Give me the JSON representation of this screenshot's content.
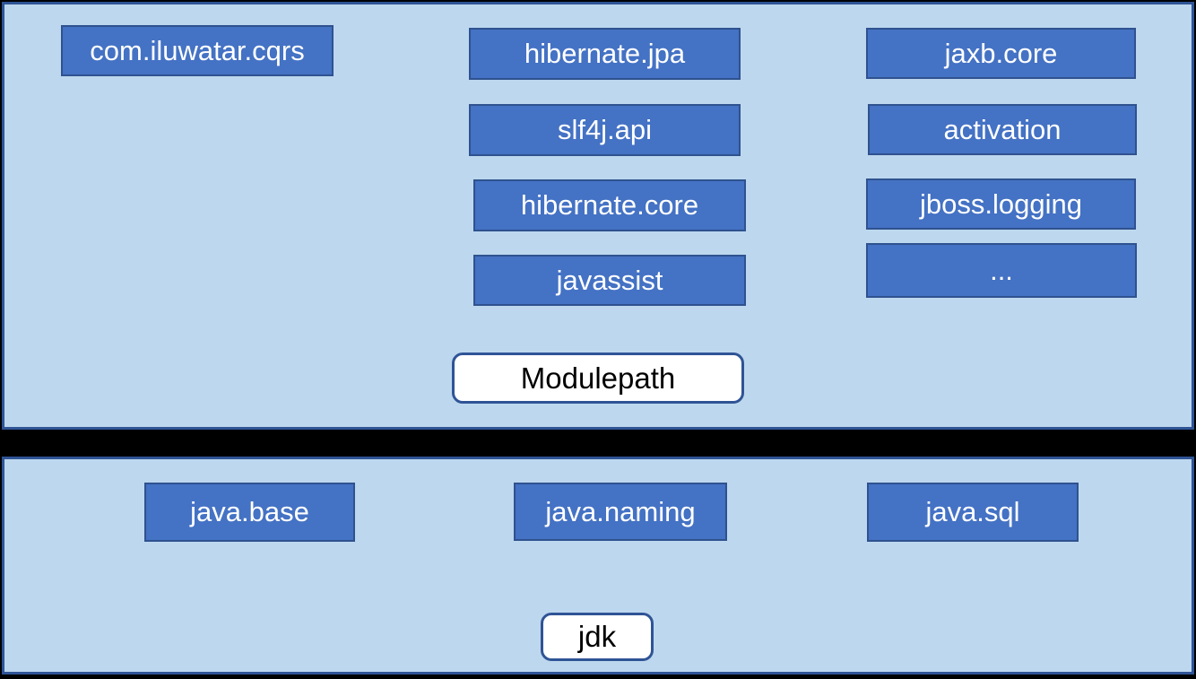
{
  "colors": {
    "background": "#000000",
    "panel_fill": "#BDD7EE",
    "panel_border": "#2F5496",
    "module_box_fill": "#4472C4",
    "module_box_border": "#2F528F",
    "module_text": "#FFFFFF",
    "label_box_fill": "#FFFFFF",
    "label_text": "#000000"
  },
  "modulepath": {
    "label": "Modulepath",
    "left_column": [
      "com.iluwatar.cqrs"
    ],
    "middle_column": [
      "hibernate.jpa",
      "slf4j.api",
      "hibernate.core",
      "javassist"
    ],
    "right_column": [
      "jaxb.core",
      "activation",
      "jboss.logging",
      "..."
    ]
  },
  "jdk": {
    "label": "jdk",
    "modules": [
      "java.base",
      "java.naming",
      "java.sql"
    ]
  }
}
